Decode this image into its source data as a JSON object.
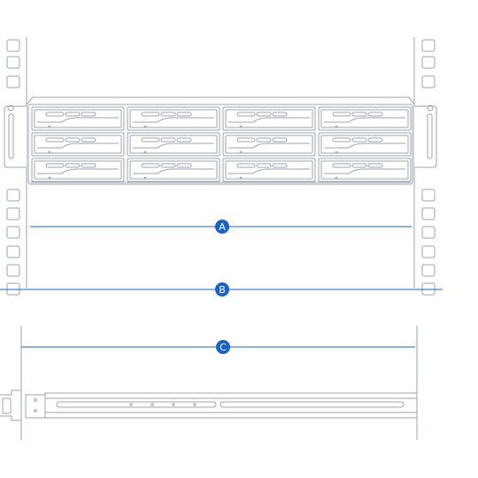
{
  "colors": {
    "line": "#9aa5b1",
    "accent": "#1a63c6",
    "fill": "#ffffff"
  },
  "callouts": {
    "a": "A",
    "b": "B",
    "c": "C"
  },
  "figure": {
    "rack_drive_bays": {
      "rows": 3,
      "columns": 4
    },
    "rack_mounting_holes_per_side": 9,
    "rail_slot_dots": 4
  },
  "icons": [
    "rack-rail-left",
    "rack-rail-right",
    "nas-chassis",
    "drive-bay",
    "mounting-rail",
    "callout-marker"
  ]
}
